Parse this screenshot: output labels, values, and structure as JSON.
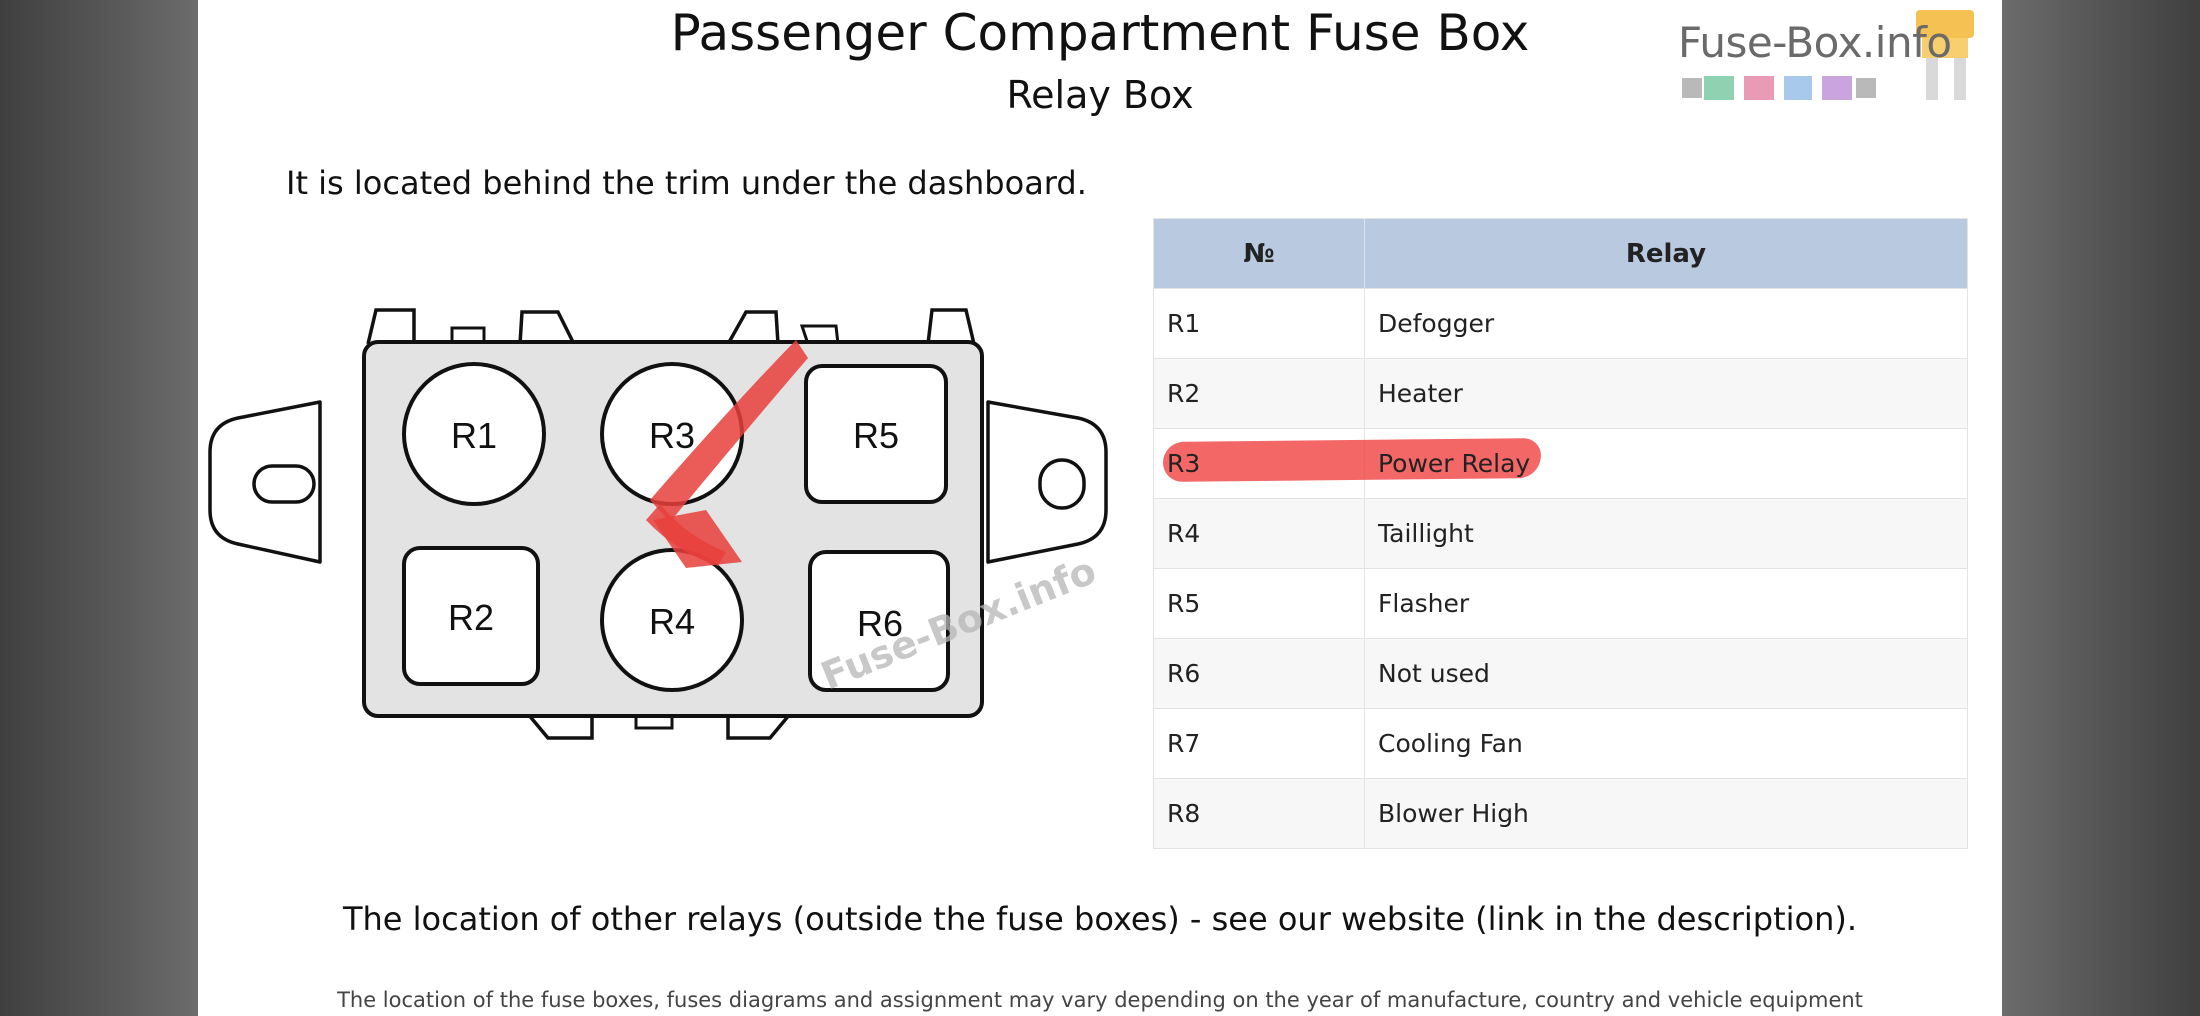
{
  "slide": {
    "title": "Passenger Compartment Fuse Box",
    "subtitle": "Relay Box",
    "location_text": "It is located behind the trim under the dashboard.",
    "logo_text": "Fuse-Box.info",
    "watermark": "Fuse-Box.info",
    "footer_main": "The location of other relays (outside the fuse boxes) - see our website (link in the description).",
    "footer_small": "The location of the fuse boxes, fuses diagrams and assignment may vary depending on the year of manufacture, country and vehicle equipment"
  },
  "diagram": {
    "relays": [
      {
        "label": "R1",
        "shape": "round"
      },
      {
        "label": "R3",
        "shape": "round"
      },
      {
        "label": "R5",
        "shape": "square"
      },
      {
        "label": "R2",
        "shape": "square"
      },
      {
        "label": "R4",
        "shape": "round"
      },
      {
        "label": "R6",
        "shape": "square"
      }
    ],
    "marked_relay": "R3",
    "mark_color": "#e8403c"
  },
  "table": {
    "headers": {
      "num": "№",
      "relay": "Relay"
    },
    "rows": [
      {
        "num": "R1",
        "relay": "Defogger"
      },
      {
        "num": "R2",
        "relay": "Heater"
      },
      {
        "num": "R3",
        "relay": "Power Relay",
        "highlighted": true
      },
      {
        "num": "R4",
        "relay": "Taillight"
      },
      {
        "num": "R5",
        "relay": "Flasher"
      },
      {
        "num": "R6",
        "relay": "Not used"
      },
      {
        "num": "R7",
        "relay": "Cooling Fan"
      },
      {
        "num": "R8",
        "relay": "Blower High"
      }
    ],
    "header_color": "#b8c9e0",
    "highlight_color": "#f03c3c"
  }
}
